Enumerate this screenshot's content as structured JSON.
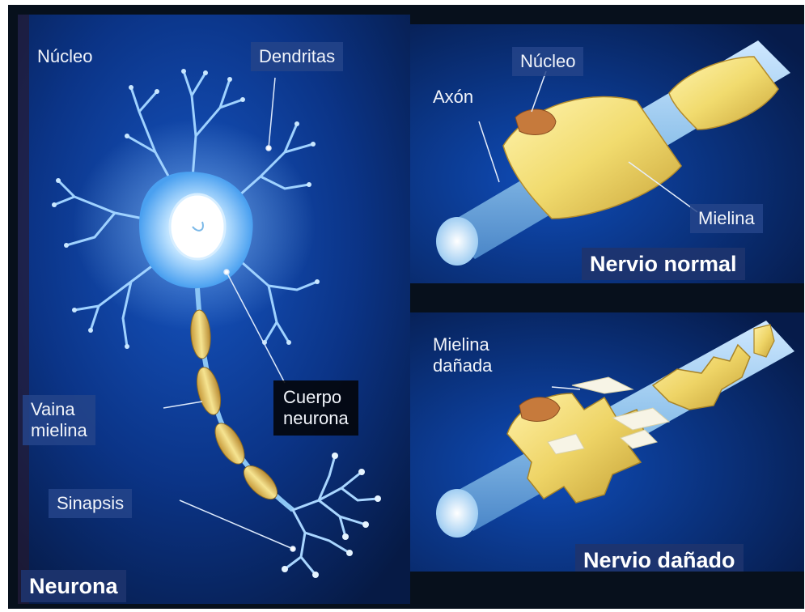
{
  "neuron": {
    "title": "Neurona",
    "labels": {
      "nucleus": "Núcleo",
      "dendrites": "Dendritas",
      "myelin_sheath": [
        "Vaina",
        "mielina"
      ],
      "cell_body": [
        "Cuerpo",
        "neurona"
      ],
      "synapse": "Sinapsis"
    }
  },
  "normal_nerve": {
    "title": "Nervio normal",
    "labels": {
      "nucleus": "Núcleo",
      "axon": "Axón",
      "myelin": "Mielina"
    }
  },
  "damaged_nerve": {
    "title": "Nervio dañado",
    "labels": {
      "damaged_myelin": [
        "Mielina",
        "dañada"
      ]
    }
  },
  "colors": {
    "background": "#07101c",
    "panel_blue": "#0b3a8c",
    "label_box": "#24448a",
    "neuron_glow": "#cfe9ff",
    "myelin_yellow": "#f1dc74",
    "nucleus_orange": "#c67a3c",
    "axon_blue": "#9cc9ee"
  }
}
